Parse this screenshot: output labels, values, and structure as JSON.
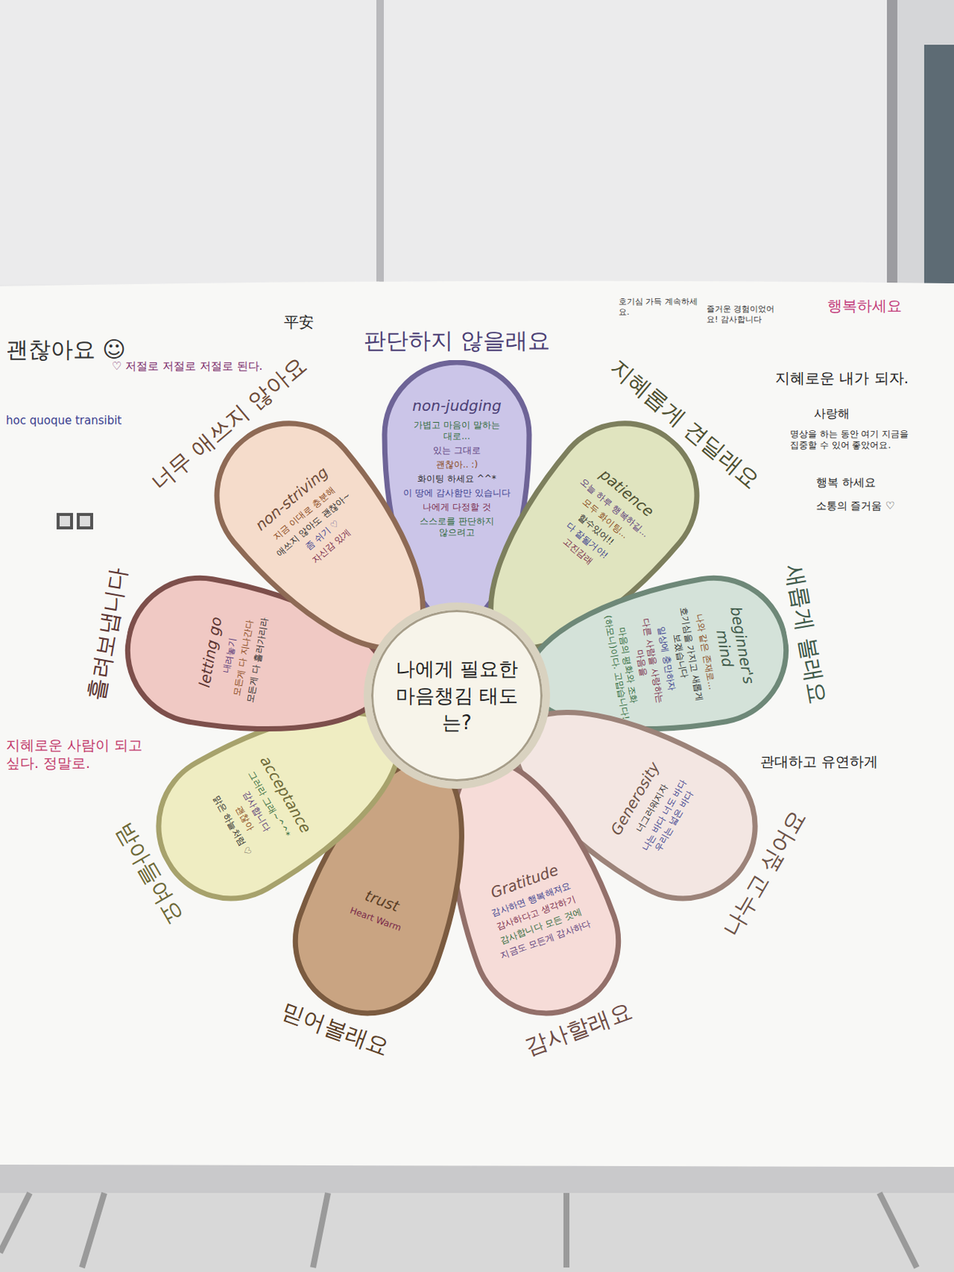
{
  "diagram": {
    "nodes": [
      {
        "text": [
          "나에게 필요한 마음챙김 태도는?"
        ]
      },
      {
        "text": [
          "판단하지 않을래요",
          "non-judging",
          "가볍고 마음이 말하는 대로...",
          "있는 그대로",
          "괜찮아.. :)",
          "화이팅 하세요 ^^*",
          "이 땅에 감사함만 있습니다",
          "나에게 다정할 것",
          "스스로를 판단하지 않으려고"
        ]
      },
      {
        "text": [
          "지혜롭게 견딜래요",
          "patience",
          "오늘 하루 행복하길...",
          "모두 화이팅...",
          "할수있어!!",
          "다 잘될거야!",
          "고진감래"
        ]
      },
      {
        "text": [
          "새롭게 볼래요",
          "beginner's mind",
          "나와 같은 존재로...",
          "호기심을 가지고 새롭게 보겠습니다",
          "일상에 충만하자",
          "다른 사람을 사랑하는 마음을",
          "마음의 평화와 조화(하모니)이다. 고맙습니다!"
        ]
      },
      {
        "text": [
          "나누고 싶어요",
          "Generosity",
          "너그러워지자",
          "나는 바다 너도 바다 우리는 넓은 바다"
        ]
      },
      {
        "text": [
          "감사할래요",
          "Gratitude",
          "감사하면 행복해져요",
          "감사하다고 생각하기",
          "감사합니다 모든 것에",
          "지금도 모든게 감사하다"
        ]
      },
      {
        "text": [
          "믿어볼래요",
          "trust",
          "Heart Warm"
        ]
      },
      {
        "text": [
          "받아들여요",
          "acceptance",
          "그러라 그래~^^*",
          "감사합니다",
          "괜찮아",
          "맑은 하늘처럼 ♡"
        ]
      },
      {
        "text": [
          "흘려보냅니다",
          "letting go",
          "내려놓기",
          "모든게 다 지나간다",
          "모든게 다 흘러가리라"
        ]
      },
      {
        "text": [
          "너무 애쓰지 않아요",
          "non-striving",
          "지금 이대로 충분해",
          "애쓰지 않아도 괜찮아~",
          "좀 쉬기 ♡",
          "자신감 있게"
        ]
      }
    ],
    "labels": [
      "괜찮아요 ☺",
      "平安",
      "♡ 저절로 저절로 저절로 된다.",
      "hoc quoque transibit",
      "호기심 가득 계속하세요.",
      "즐거운 경험이었어요! 감사합니다",
      "행복하세요",
      "지혜로운 내가 되자.",
      "사랑해",
      "명상을 하는 동안 여기 지금을 집중할 수 있어 좋았어요.",
      "행복 하세요",
      "소통의 즐거움 ♡",
      "관대하고 유연하게",
      "지혜로운 사람이 되고 싶다. 정말로."
    ]
  }
}
